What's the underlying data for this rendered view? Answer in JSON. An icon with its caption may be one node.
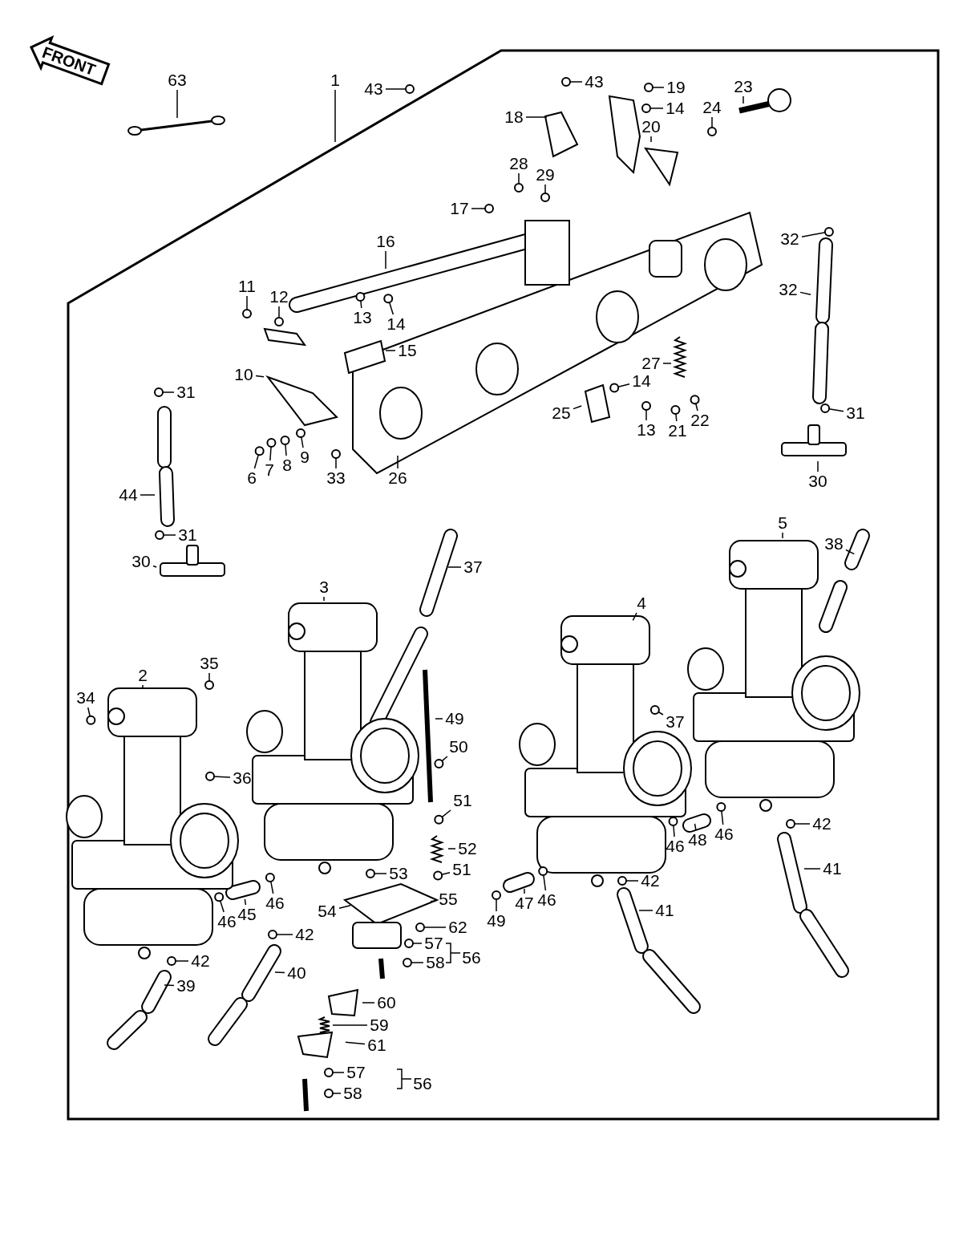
{
  "diagram": {
    "nodes": [
      {
        "text": [
          "63"
        ]
      },
      {
        "text": [
          "1"
        ]
      },
      {
        "text": [
          "43"
        ]
      },
      {
        "text": [
          "43"
        ]
      },
      {
        "text": [
          "19"
        ]
      },
      {
        "text": [
          "23"
        ]
      },
      {
        "text": [
          "14"
        ]
      },
      {
        "text": [
          "18"
        ]
      },
      {
        "text": [
          "24"
        ]
      },
      {
        "text": [
          "20"
        ]
      },
      {
        "text": [
          "28"
        ]
      },
      {
        "text": [
          "29"
        ]
      },
      {
        "text": [
          "17"
        ]
      },
      {
        "text": [
          "32"
        ]
      },
      {
        "text": [
          "16"
        ]
      },
      {
        "text": [
          "11"
        ]
      },
      {
        "text": [
          "32"
        ]
      },
      {
        "text": [
          "12"
        ]
      },
      {
        "text": [
          "14"
        ]
      },
      {
        "text": [
          "13"
        ]
      },
      {
        "text": [
          "15"
        ]
      },
      {
        "text": [
          "27"
        ]
      },
      {
        "text": [
          "10"
        ]
      },
      {
        "text": [
          "14"
        ]
      },
      {
        "text": [
          "31"
        ]
      },
      {
        "text": [
          "25"
        ]
      },
      {
        "text": [
          "22"
        ]
      },
      {
        "text": [
          "13"
        ]
      },
      {
        "text": [
          "21"
        ]
      },
      {
        "text": [
          "31"
        ]
      },
      {
        "text": [
          "9"
        ]
      },
      {
        "text": [
          "7"
        ]
      },
      {
        "text": [
          "8"
        ]
      },
      {
        "text": [
          "6"
        ]
      },
      {
        "text": [
          "33"
        ]
      },
      {
        "text": [
          "26"
        ]
      },
      {
        "text": [
          "30"
        ]
      },
      {
        "text": [
          "44"
        ]
      },
      {
        "text": [
          "5"
        ]
      },
      {
        "text": [
          "31"
        ]
      },
      {
        "text": [
          "38"
        ]
      },
      {
        "text": [
          "30"
        ]
      },
      {
        "text": [
          "37"
        ]
      },
      {
        "text": [
          "3"
        ]
      },
      {
        "text": [
          "4"
        ]
      },
      {
        "text": [
          "35"
        ]
      },
      {
        "text": [
          "2"
        ]
      },
      {
        "text": [
          "34"
        ]
      },
      {
        "text": [
          "49"
        ]
      },
      {
        "text": [
          "37"
        ]
      },
      {
        "text": [
          "50"
        ]
      },
      {
        "text": [
          "36"
        ]
      },
      {
        "text": [
          "51"
        ]
      },
      {
        "text": [
          "46"
        ]
      },
      {
        "text": [
          "48"
        ]
      },
      {
        "text": [
          "46"
        ]
      },
      {
        "text": [
          "52"
        ]
      },
      {
        "text": [
          "51"
        ]
      },
      {
        "text": [
          "53"
        ]
      },
      {
        "text": [
          "42"
        ]
      },
      {
        "text": [
          "42"
        ]
      },
      {
        "text": [
          "41"
        ]
      },
      {
        "text": [
          "55"
        ]
      },
      {
        "text": [
          "46"
        ]
      },
      {
        "text": [
          "47"
        ]
      },
      {
        "text": [
          "46"
        ]
      },
      {
        "text": [
          "45"
        ]
      },
      {
        "text": [
          "54"
        ]
      },
      {
        "text": [
          "41"
        ]
      },
      {
        "text": [
          "46"
        ]
      },
      {
        "text": [
          "49"
        ]
      },
      {
        "text": [
          "62"
        ]
      },
      {
        "text": [
          "42"
        ]
      },
      {
        "text": [
          "57"
        ]
      },
      {
        "text": [
          "42"
        ]
      },
      {
        "text": [
          "58"
        ]
      },
      {
        "text": [
          "40"
        ]
      },
      {
        "text": [
          "39"
        ]
      },
      {
        "text": [
          "60"
        ]
      },
      {
        "text": [
          "59"
        ]
      },
      {
        "text": [
          "61"
        ]
      },
      {
        "text": [
          "57"
        ]
      },
      {
        "text": [
          "58"
        ]
      },
      {
        "text": [],
        "shape": "circle"
      },
      {
        "text": [],
        "shape": "circle"
      },
      {
        "text": [],
        "shape": "circle"
      },
      {
        "text": [],
        "shape": "circle"
      },
      {
        "text": [],
        "shape": "circle"
      },
      {
        "text": [],
        "shape": "circle"
      },
      {
        "text": [],
        "shape": "circle"
      },
      {
        "text": [],
        "shape": "circle"
      },
      {
        "text": [],
        "shape": "circle"
      },
      {
        "text": [],
        "shape": "circle"
      },
      {
        "text": [],
        "shape": "circle"
      },
      {
        "text": [],
        "shape": "circle"
      },
      {
        "text": [],
        "shape": "circle"
      },
      {
        "text": [],
        "shape": "circle"
      },
      {
        "text": [],
        "shape": "circle"
      },
      {
        "text": [],
        "shape": "circle"
      },
      {
        "text": [],
        "shape": "circle"
      },
      {
        "text": [],
        "shape": "circle"
      },
      {
        "text": [],
        "shape": "circle"
      },
      {
        "text": [],
        "shape": "circle"
      },
      {
        "text": [],
        "shape": "circle"
      },
      {
        "text": [],
        "shape": "circle"
      },
      {
        "text": [],
        "shape": "circle"
      },
      {
        "text": [],
        "shape": "circle"
      },
      {
        "text": [],
        "shape": "circle"
      },
      {
        "text": [],
        "shape": "circle"
      },
      {
        "text": [],
        "shape": "circle"
      },
      {
        "text": [],
        "shape": "circle"
      },
      {
        "text": [],
        "shape": "circle"
      },
      {
        "text": [],
        "shape": "circle"
      },
      {
        "text": [],
        "shape": "circle"
      },
      {
        "text": [],
        "shape": "circle"
      },
      {
        "text": [],
        "shape": "circle"
      },
      {
        "text": [],
        "shape": "circle"
      },
      {
        "text": [],
        "shape": "circle"
      },
      {
        "text": [],
        "shape": "circle"
      },
      {
        "text": [],
        "shape": "circle"
      },
      {
        "text": [],
        "shape": "circle"
      },
      {
        "text": [],
        "shape": "circle"
      },
      {
        "text": [],
        "shape": "circle"
      },
      {
        "text": [],
        "shape": "circle"
      },
      {
        "text": [],
        "shape": "circle"
      },
      {
        "text": [],
        "shape": "circle"
      },
      {
        "text": [],
        "shape": "circle"
      },
      {
        "text": [],
        "shape": "circle"
      },
      {
        "text": [],
        "shape": "circle"
      },
      {
        "text": [],
        "shape": "circle"
      },
      {
        "text": [],
        "shape": "circle"
      }
    ],
    "edges": [
      {
        "from": 0,
        "to": null,
        "arrow": "none"
      },
      {
        "from": 1,
        "to": null,
        "arrow": "none"
      },
      {
        "from": 2,
        "to": 83,
        "arrow": "none"
      },
      {
        "from": 3,
        "to": 84,
        "arrow": "none"
      },
      {
        "from": 4,
        "to": 85,
        "arrow": "none"
      },
      {
        "from": 5,
        "to": null,
        "arrow": "none"
      },
      {
        "from": 6,
        "to": 86,
        "arrow": "none"
      },
      {
        "from": 7,
        "to": null,
        "arrow": "none"
      },
      {
        "from": 8,
        "to": 87,
        "arrow": "none"
      },
      {
        "from": 9,
        "to": null,
        "arrow": "none"
      },
      {
        "from": 10,
        "to": 88,
        "arrow": "none"
      },
      {
        "from": 11,
        "to": 89,
        "arrow": "none"
      },
      {
        "from": 12,
        "to": 90,
        "arrow": "none"
      },
      {
        "from": 13,
        "to": 91,
        "arrow": "none"
      },
      {
        "from": 14,
        "to": null,
        "arrow": "none"
      },
      {
        "from": 15,
        "to": 92,
        "arrow": "none"
      },
      {
        "from": 16,
        "to": null,
        "arrow": "none"
      },
      {
        "from": 17,
        "to": 93,
        "arrow": "none"
      },
      {
        "from": 18,
        "to": 94,
        "arrow": "none"
      },
      {
        "from": 19,
        "to": 95,
        "arrow": "none"
      },
      {
        "from": 20,
        "to": null,
        "arrow": "none"
      },
      {
        "from": 21,
        "to": null,
        "arrow": "none"
      },
      {
        "from": 22,
        "to": null,
        "arrow": "none"
      },
      {
        "from": 23,
        "to": 96,
        "arrow": "none"
      },
      {
        "from": 24,
        "to": 97,
        "arrow": "none"
      },
      {
        "from": 25,
        "to": null,
        "arrow": "none"
      },
      {
        "from": 26,
        "to": 98,
        "arrow": "none"
      },
      {
        "from": 27,
        "to": 99,
        "arrow": "none"
      },
      {
        "from": 28,
        "to": 100,
        "arrow": "none"
      },
      {
        "from": 29,
        "to": 101,
        "arrow": "none"
      },
      {
        "from": 30,
        "to": 102,
        "arrow": "none"
      },
      {
        "from": 31,
        "to": 103,
        "arrow": "none"
      },
      {
        "from": 32,
        "to": 104,
        "arrow": "none"
      },
      {
        "from": 33,
        "to": 105,
        "arrow": "none"
      },
      {
        "from": 34,
        "to": 106,
        "arrow": "none"
      },
      {
        "from": 35,
        "to": null,
        "arrow": "none"
      },
      {
        "from": 36,
        "to": null,
        "arrow": "none"
      },
      {
        "from": 37,
        "to": null,
        "arrow": "none"
      },
      {
        "from": 38,
        "to": null,
        "arrow": "none"
      },
      {
        "from": 39,
        "to": 107,
        "arrow": "none"
      },
      {
        "from": 40,
        "to": null,
        "arrow": "none"
      },
      {
        "from": 41,
        "to": null,
        "arrow": "none"
      },
      {
        "from": 42,
        "to": null,
        "arrow": "none"
      },
      {
        "from": 43,
        "to": null,
        "arrow": "none"
      },
      {
        "from": 44,
        "to": null,
        "arrow": "none"
      },
      {
        "from": 45,
        "to": 108,
        "arrow": "none"
      },
      {
        "from": 46,
        "to": null,
        "arrow": "none"
      },
      {
        "from": 47,
        "to": 109,
        "arrow": "none"
      },
      {
        "from": 48,
        "to": null,
        "arrow": "none"
      },
      {
        "from": 49,
        "to": 110,
        "arrow": "none"
      },
      {
        "from": 50,
        "to": 111,
        "arrow": "none"
      },
      {
        "from": 51,
        "to": 112,
        "arrow": "none"
      },
      {
        "from": 52,
        "to": 113,
        "arrow": "none"
      },
      {
        "from": 53,
        "to": 114,
        "arrow": "none"
      },
      {
        "from": 54,
        "to": null,
        "arrow": "none"
      },
      {
        "from": 55,
        "to": 115,
        "arrow": "none"
      },
      {
        "from": 56,
        "to": null,
        "arrow": "none"
      },
      {
        "from": 57,
        "to": 116,
        "arrow": "none"
      },
      {
        "from": 58,
        "to": 117,
        "arrow": "none"
      },
      {
        "from": 59,
        "to": 118,
        "arrow": "none"
      },
      {
        "from": 60,
        "to": 119,
        "arrow": "none"
      },
      {
        "from": 61,
        "to": null,
        "arrow": "none"
      },
      {
        "from": 62,
        "to": null,
        "arrow": "none"
      },
      {
        "from": 63,
        "to": 120,
        "arrow": "none"
      },
      {
        "from": 64,
        "to": null,
        "arrow": "none"
      },
      {
        "from": 65,
        "to": 121,
        "arrow": "none"
      },
      {
        "from": 66,
        "to": null,
        "arrow": "none"
      },
      {
        "from": 67,
        "to": null,
        "arrow": "none"
      },
      {
        "from": 68,
        "to": null,
        "arrow": "none"
      },
      {
        "from": 69,
        "to": 122,
        "arrow": "none"
      },
      {
        "from": 70,
        "to": 123,
        "arrow": "none"
      },
      {
        "from": 71,
        "to": 124,
        "arrow": "none"
      },
      {
        "from": 72,
        "to": 125,
        "arrow": "none"
      },
      {
        "from": 73,
        "to": 126,
        "arrow": "none"
      },
      {
        "from": 74,
        "to": 127,
        "arrow": "none"
      },
      {
        "from": 75,
        "to": 128,
        "arrow": "none"
      },
      {
        "from": 76,
        "to": null,
        "arrow": "none"
      },
      {
        "from": 77,
        "to": null,
        "arrow": "none"
      },
      {
        "from": 78,
        "to": null,
        "arrow": "none"
      },
      {
        "from": 79,
        "to": null,
        "arrow": "none"
      },
      {
        "from": 80,
        "to": null,
        "arrow": "none"
      },
      {
        "from": 81,
        "to": 129,
        "arrow": "none"
      },
      {
        "from": 82,
        "to": 130,
        "arrow": "none"
      }
    ],
    "labels": [
      "FRONT",
      "56",
      "56"
    ]
  }
}
